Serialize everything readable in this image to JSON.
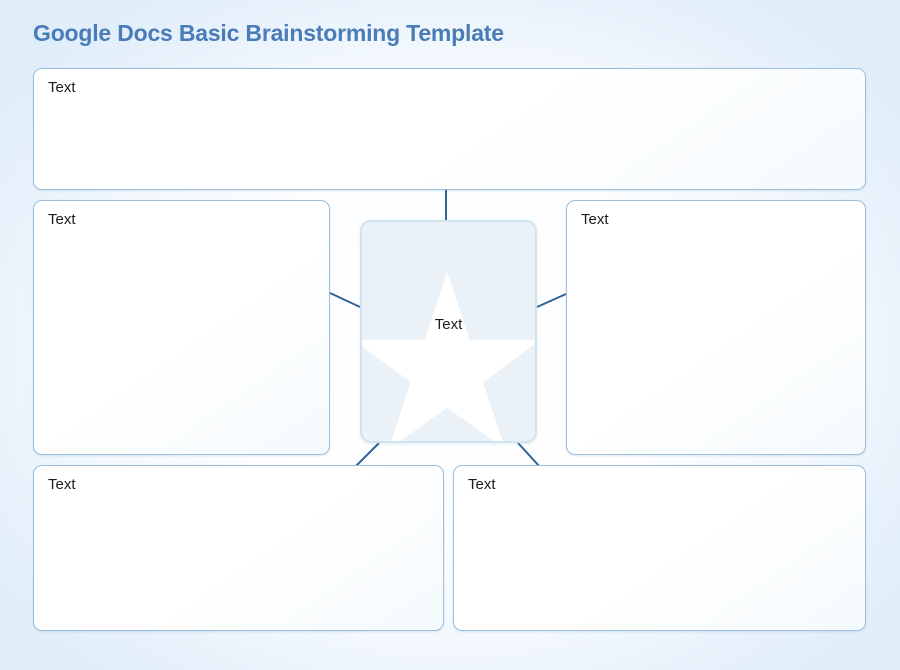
{
  "page": {
    "title": "Google Docs Basic Brainstorming Template",
    "title_color": "#4a7cb8",
    "background_color": "#e3f0fa",
    "connector_color": "#2f6296",
    "node_border_color": "#9bbedd",
    "center_fill_color": "#eaf2f7",
    "center_border_color": "#cfe3f0",
    "star_color": "#ffffff"
  },
  "diagram": {
    "type": "mind-map",
    "center": {
      "name": "center-idea",
      "label": "Text",
      "shape": "rounded-rectangle",
      "decoration": "star-icon"
    },
    "branches": [
      {
        "name": "top",
        "label": "Text",
        "position": "top"
      },
      {
        "name": "left",
        "label": "Text",
        "position": "left"
      },
      {
        "name": "right",
        "label": "Text",
        "position": "right"
      },
      {
        "name": "bottom-left",
        "label": "Text",
        "position": "bottom-left"
      },
      {
        "name": "bottom-right",
        "label": "Text",
        "position": "bottom-right"
      }
    ],
    "connectors": [
      {
        "from": "center",
        "to": "top"
      },
      {
        "from": "center",
        "to": "left"
      },
      {
        "from": "center",
        "to": "right"
      },
      {
        "from": "center",
        "to": "bottom-left"
      },
      {
        "from": "center",
        "to": "bottom-right"
      }
    ]
  }
}
